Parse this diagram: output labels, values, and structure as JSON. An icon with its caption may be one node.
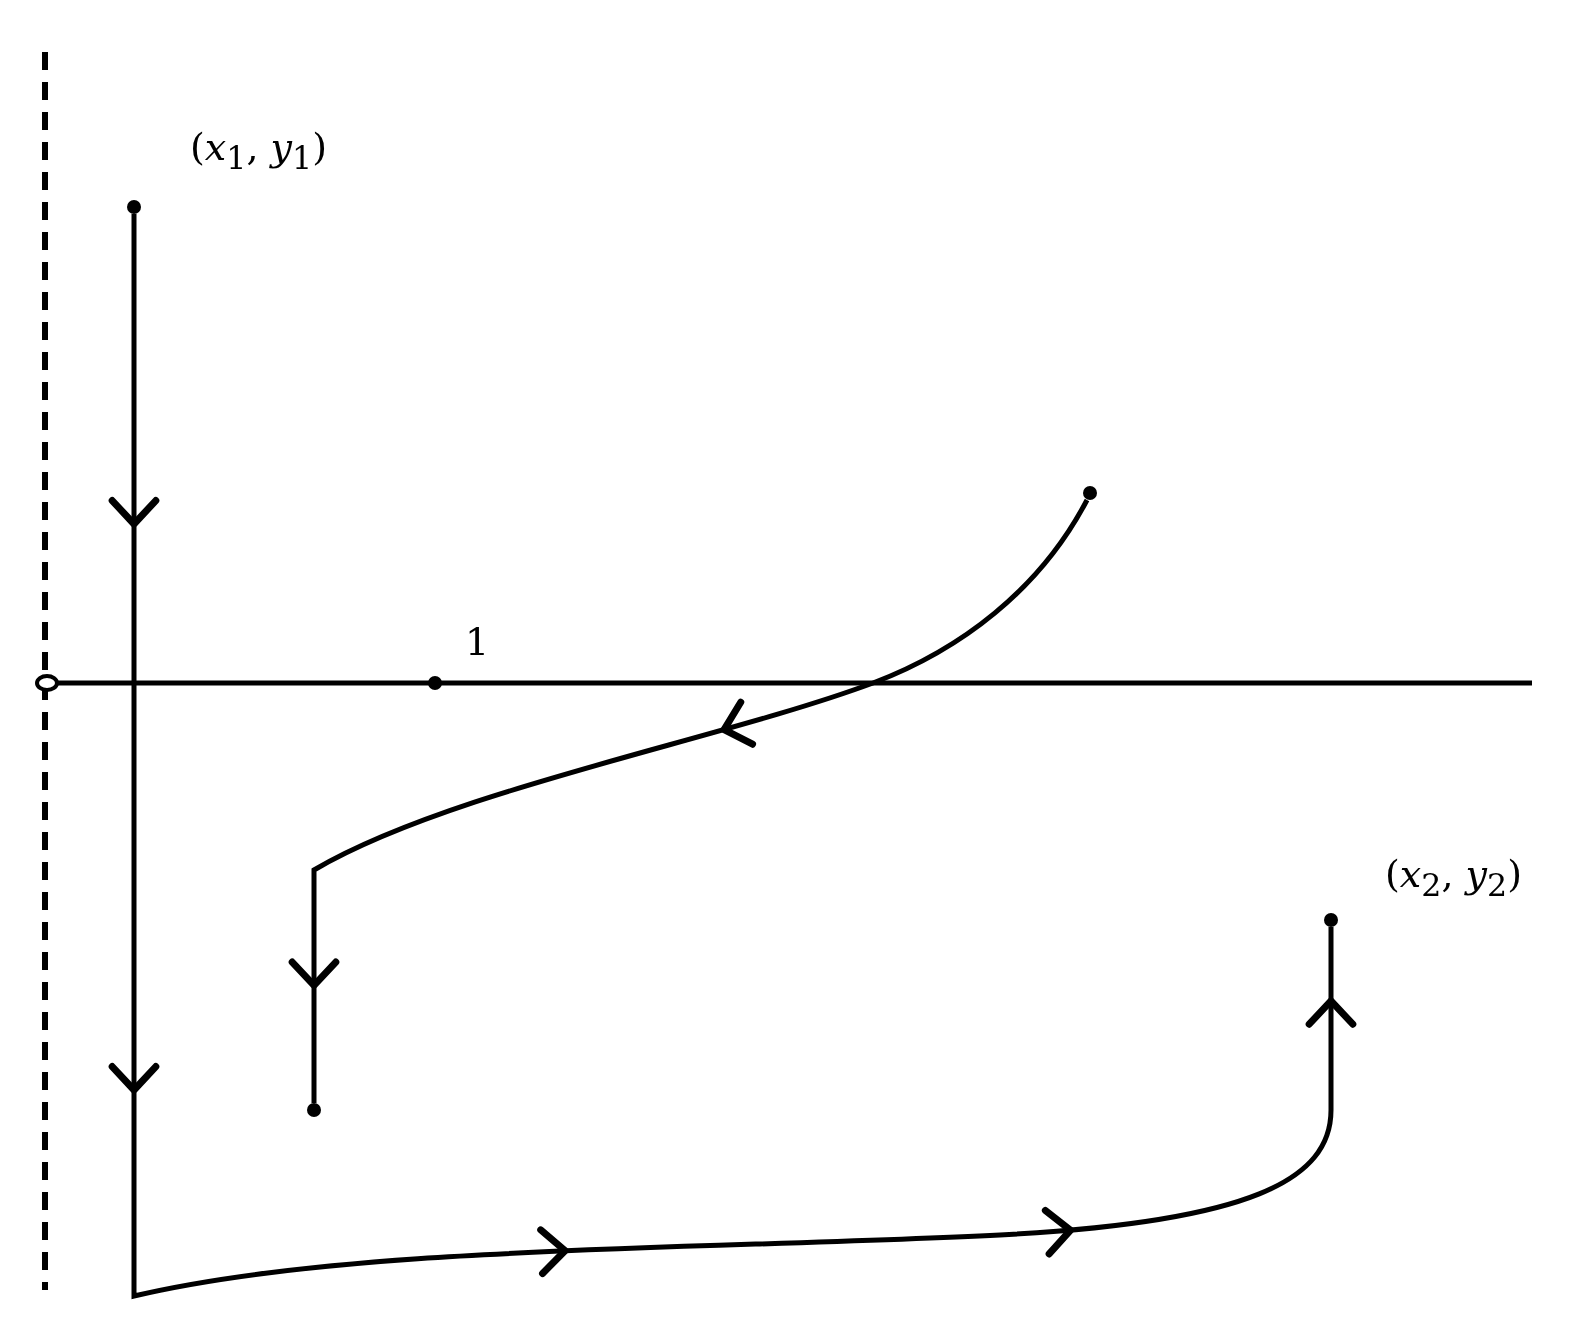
{
  "diagram": {
    "nodes": [
      {
        "text": [],
        "shape": "circle",
        "beside": [
          "(*x*$_{1}$, *y*$_{1}$)"
        ]
      },
      {
        "text": [],
        "shape": "circle",
        "beside": [
          "(*x*$_{2}$, *y*$_{2}$)"
        ]
      },
      {
        "text": [],
        "shape": "circle"
      },
      {
        "text": [],
        "shape": "circle"
      }
    ],
    "edges": [
      {
        "from": 0,
        "to": 1,
        "arrow": "to"
      },
      {
        "from": 2,
        "to": 3,
        "arrow": "to"
      }
    ],
    "labels": [
      "1"
    ]
  }
}
